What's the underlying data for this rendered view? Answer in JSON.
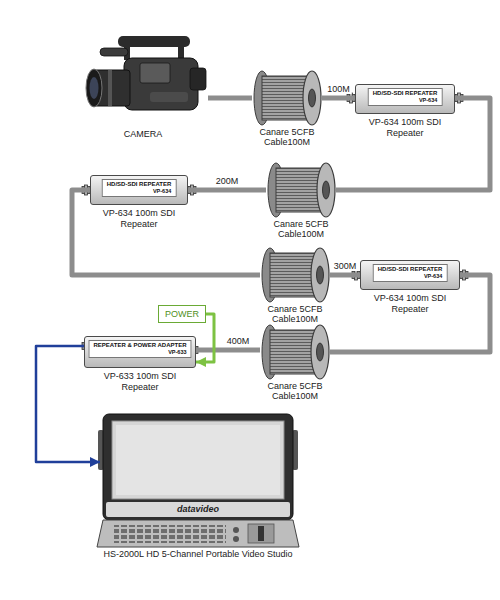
{
  "diagram": {
    "nodes": [
      {
        "text": [
          "CAMERA"
        ]
      },
      {
        "text": [
          "Canare 5CFB Cable100M"
        ]
      },
      {
        "text": [
          "HD/SD-SDI REPEATER",
          "VP-634",
          "VP-634 100m SDI Repeater"
        ]
      },
      {
        "text": [
          "Canare 5CFB Cable100M"
        ]
      },
      {
        "text": [
          "HD/SD-SDI REPEATER",
          "VP-634",
          "VP-634 100m SDI Repeater"
        ]
      },
      {
        "text": [
          "Canare 5CFB Cable100M"
        ]
      },
      {
        "text": [
          "HD/SD-SDI REPEATER",
          "VP-634",
          "VP-634 100m SDI Repeater"
        ]
      },
      {
        "text": [
          "Canare 5CFB Cable100M"
        ]
      },
      {
        "text": [
          "REPEATER & POWER ADAPTER",
          "VP-633",
          "VP-633 100m SDI Repeater"
        ]
      },
      {
        "text": [
          "POWER"
        ]
      },
      {
        "text": [
          "datavideo",
          "HS-2000L HD 5-Channel Portable Video Studio"
        ]
      }
    ],
    "edges": [
      {
        "from": 0,
        "to": 1,
        "arrow": "none"
      },
      {
        "from": 1,
        "to": 2,
        "label": "100M",
        "arrow": "none"
      },
      {
        "from": 2,
        "to": 3,
        "arrow": "none"
      },
      {
        "from": 3,
        "to": 4,
        "label": "200M",
        "arrow": "none"
      },
      {
        "from": 4,
        "to": 5,
        "arrow": "none"
      },
      {
        "from": 5,
        "to": 6,
        "label": "300M",
        "arrow": "none"
      },
      {
        "from": 6,
        "to": 7,
        "arrow": "none"
      },
      {
        "from": 7,
        "to": 8,
        "label": "400M",
        "arrow": "none"
      },
      {
        "from": 9,
        "to": 8,
        "arrow": "to"
      },
      {
        "from": 8,
        "to": 10,
        "arrow": "to"
      }
    ]
  }
}
